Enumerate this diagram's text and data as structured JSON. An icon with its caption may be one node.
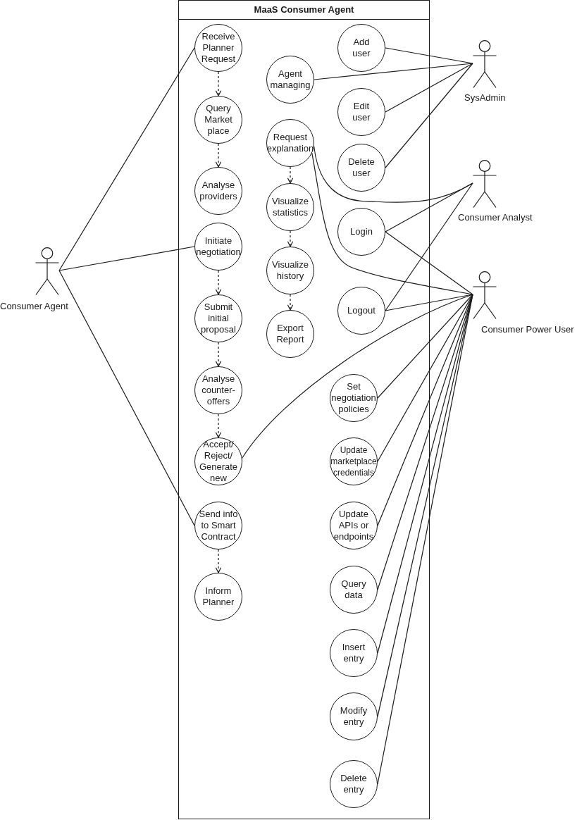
{
  "diagram": {
    "nodes": [
      {
        "text": [
          "MaaS Consumer Agent"
        ]
      },
      {
        "text": [
          "Receive Planner Request"
        ],
        "in": 0
      },
      {
        "text": [
          "Query Market place"
        ],
        "in": 0
      },
      {
        "text": [
          "Analyse providers"
        ],
        "in": 0
      },
      {
        "text": [
          "Initiate negotiation"
        ],
        "in": 0
      },
      {
        "text": [
          "Submit initial proposal"
        ],
        "in": 0
      },
      {
        "text": [
          "Analyse counter-offers"
        ],
        "in": 0
      },
      {
        "text": [
          "Accept/ Reject/ Generate new"
        ],
        "in": 0
      },
      {
        "text": [
          "Send info to Smart Contract"
        ],
        "in": 0
      },
      {
        "text": [
          "Inform Planner"
        ],
        "in": 0
      },
      {
        "text": [
          "Agent managing"
        ],
        "in": 0
      },
      {
        "text": [
          "Request explanation"
        ],
        "in": 0
      },
      {
        "text": [
          "Visualize statistics"
        ],
        "in": 0
      },
      {
        "text": [
          "Visualize history"
        ],
        "in": 0
      },
      {
        "text": [
          "Export Report"
        ],
        "in": 0
      },
      {
        "text": [
          "Add user"
        ],
        "in": 0
      },
      {
        "text": [
          "Edit user"
        ],
        "in": 0
      },
      {
        "text": [
          "Delete user"
        ],
        "in": 0
      },
      {
        "text": [
          "Login"
        ],
        "in": 0
      },
      {
        "text": [
          "Logout"
        ],
        "in": 0
      },
      {
        "text": [
          "Set negotiation policies"
        ],
        "in": 0
      },
      {
        "text": [
          "Update marketplace credentials"
        ],
        "in": 0
      },
      {
        "text": [
          "Update APIs or endpoints"
        ],
        "in": 0
      },
      {
        "text": [
          "Query data"
        ],
        "in": 0
      },
      {
        "text": [
          "Insert entry"
        ],
        "in": 0
      },
      {
        "text": [
          "Modify entry"
        ],
        "in": 0
      },
      {
        "text": [
          "Delete entry"
        ],
        "in": 0
      },
      {
        "text": [
          "Consumer Agent"
        ]
      },
      {
        "text": [
          "SysAdmin"
        ]
      },
      {
        "text": [
          "Consumer Analyst"
        ]
      },
      {
        "text": [
          "Consumer Power User"
        ]
      }
    ],
    "edges": [
      {
        "from": 27,
        "to": 1,
        "arrow": "none"
      },
      {
        "from": 27,
        "to": 4,
        "arrow": "none"
      },
      {
        "from": 27,
        "to": 8,
        "arrow": "none"
      },
      {
        "from": 1,
        "to": 2,
        "arrow": "to",
        "style": "dashed"
      },
      {
        "from": 2,
        "to": 3,
        "arrow": "to",
        "style": "dashed"
      },
      {
        "from": 4,
        "to": 5,
        "arrow": "to",
        "style": "dashed"
      },
      {
        "from": 5,
        "to": 6,
        "arrow": "to",
        "style": "dashed"
      },
      {
        "from": 6,
        "to": 7,
        "arrow": "to",
        "style": "dashed"
      },
      {
        "from": 8,
        "to": 9,
        "arrow": "to",
        "style": "dashed"
      },
      {
        "from": 11,
        "to": 12,
        "arrow": "to",
        "style": "dashed"
      },
      {
        "from": 12,
        "to": 13,
        "arrow": "to",
        "style": "dashed"
      },
      {
        "from": 13,
        "to": 14,
        "arrow": "to",
        "style": "dashed"
      },
      {
        "from": 28,
        "to": 15,
        "arrow": "none"
      },
      {
        "from": 28,
        "to": 10,
        "arrow": "none"
      },
      {
        "from": 28,
        "to": 16,
        "arrow": "none"
      },
      {
        "from": 28,
        "to": 17,
        "arrow": "none"
      },
      {
        "from": 29,
        "to": 11,
        "arrow": "none"
      },
      {
        "from": 29,
        "to": 18,
        "arrow": "none"
      },
      {
        "from": 29,
        "to": 19,
        "arrow": "none"
      },
      {
        "from": 30,
        "to": 11,
        "arrow": "none"
      },
      {
        "from": 30,
        "to": 18,
        "arrow": "none"
      },
      {
        "from": 30,
        "to": 19,
        "arrow": "none"
      },
      {
        "from": 30,
        "to": 7,
        "arrow": "none"
      },
      {
        "from": 30,
        "to": 20,
        "arrow": "none"
      },
      {
        "from": 30,
        "to": 21,
        "arrow": "none"
      },
      {
        "from": 30,
        "to": 22,
        "arrow": "none"
      },
      {
        "from": 30,
        "to": 23,
        "arrow": "none"
      },
      {
        "from": 30,
        "to": 24,
        "arrow": "none"
      },
      {
        "from": 30,
        "to": 25,
        "arrow": "none"
      },
      {
        "from": 30,
        "to": 26,
        "arrow": "none"
      }
    ]
  }
}
